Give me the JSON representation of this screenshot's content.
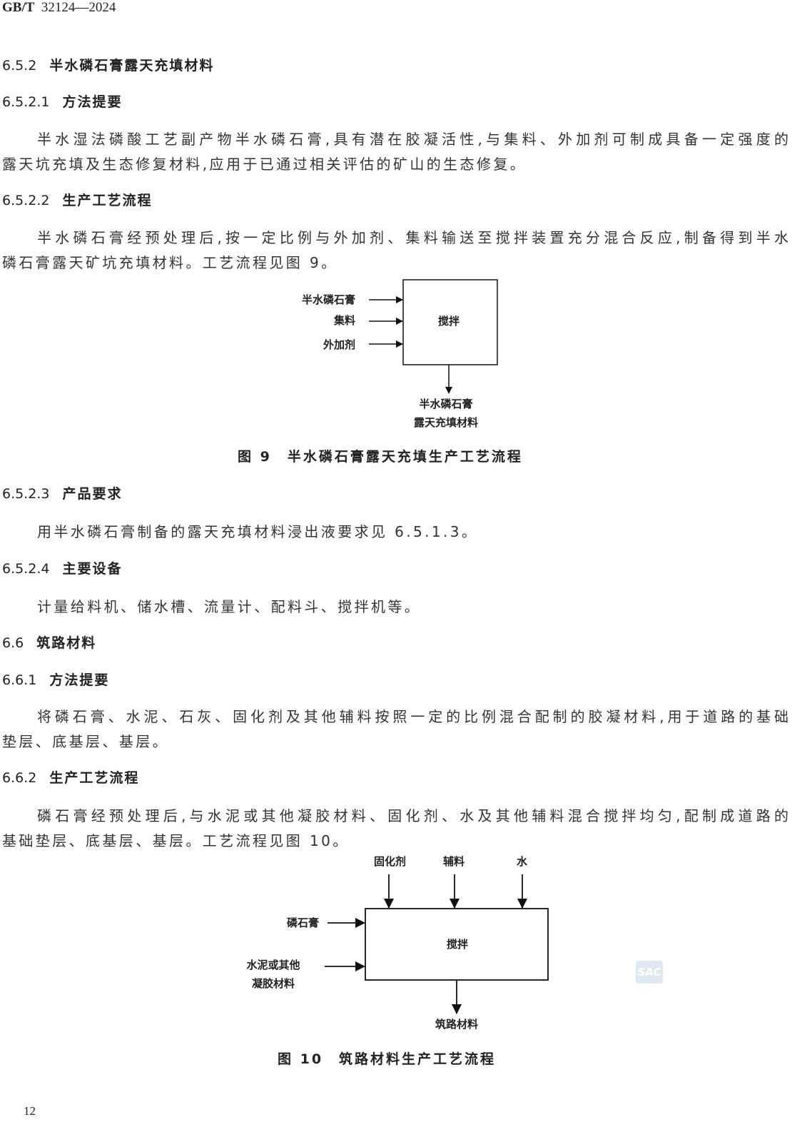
{
  "header": {
    "std_prefix": "GB/T",
    "std_number": "32124—2024"
  },
  "sections": {
    "s652": {
      "num": "6.5.2",
      "title": "半水磷石膏露天充填材料"
    },
    "s6521": {
      "num": "6.5.2.1",
      "title": "方法提要",
      "lines": [
        "半水湿法磷酸工艺副产物半水磷石膏,具有潜在胶凝活性,与集料、外加剂可制成具备一定强度的",
        "露天坑充填及生态修复材料,应用于已通过相关评估的矿山的生态修复。"
      ]
    },
    "s6522": {
      "num": "6.5.2.2",
      "title": "生产工艺流程",
      "lines": [
        "半水磷石膏经预处理后,按一定比例与外加剂、集料输送至搅拌装置充分混合反应,制备得到半水",
        "磷石膏露天矿坑充填材料。工艺流程见图 9。"
      ]
    },
    "s6523": {
      "num": "6.5.2.3",
      "title": "产品要求",
      "lines": [
        "用半水磷石膏制备的露天充填材料浸出液要求见 6.5.1.3。"
      ]
    },
    "s6524": {
      "num": "6.5.2.4",
      "title": "主要设备",
      "lines": [
        "计量给料机、储水槽、流量计、配料斗、搅拌机等。"
      ]
    },
    "s66": {
      "num": "6.6",
      "title": "筑路材料"
    },
    "s661": {
      "num": "6.6.1",
      "title": "方法提要",
      "lines": [
        "将磷石膏、水泥、石灰、固化剂及其他辅料按照一定的比例混合配制的胶凝材料,用于道路的基础",
        "垫层、底基层、基层。"
      ]
    },
    "s662": {
      "num": "6.6.2",
      "title": "生产工艺流程",
      "lines": [
        "磷石膏经预处理后,与水泥或其他凝胶材料、固化剂、水及其他辅料混合搅拌均匀,配制成道路的",
        "基础垫层、底基层、基层。工艺流程见图 10。"
      ]
    }
  },
  "figure9": {
    "inputs": [
      "半水磷石膏",
      "集料",
      "外加剂"
    ],
    "process": "搅拌",
    "output": [
      "半水磷石膏",
      "露天充填材料"
    ],
    "caption": "图 9　半水磷石膏露天充填生产工艺流程"
  },
  "figure10": {
    "top_inputs": [
      "固化剂",
      "辅料",
      "水"
    ],
    "left_inputs": [
      "磷石膏"
    ],
    "left_input2": [
      "水泥或其他",
      "凝胶材料"
    ],
    "process": "搅拌",
    "output": "筑路材料",
    "caption": "图 10　筑路材料生产工艺流程"
  },
  "watermark": "SAC",
  "page_number": "12"
}
